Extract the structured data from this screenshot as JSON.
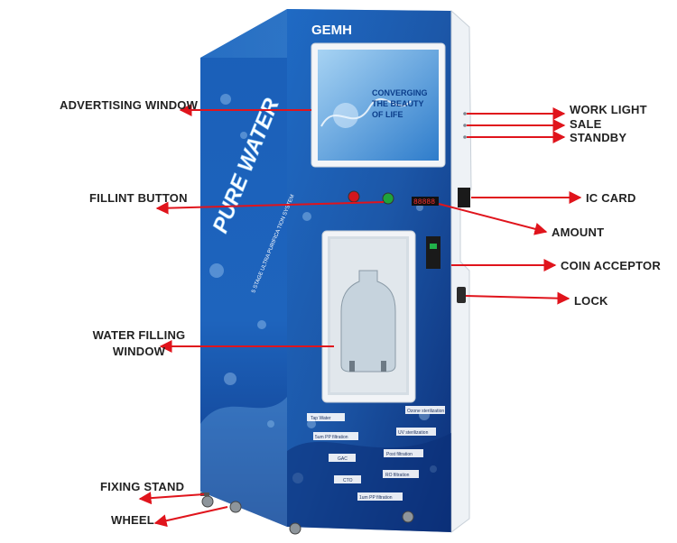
{
  "machine": {
    "brand": "GEMH",
    "screen_text": [
      "CONVERGING",
      "THE BEAUTY",
      "OF LIFE"
    ],
    "side_logo": "PURE WATER",
    "side_tagline": "5 STAGE ULTRA PURIFICA TION SYSTEM",
    "display_value": "88888",
    "process_steps": [
      "Tap Water",
      "5um PP filtration",
      "GAC",
      "CTO",
      "1um PP filtration",
      "Ozone sterilization",
      "UV sterilization",
      "Post filtration",
      "RO filtration"
    ],
    "colors": {
      "panel_blue": "#1c5fb5",
      "dark_blue": "#0b2f78",
      "light_blue": "#6fb2ea",
      "arrow_red": "#e0141c"
    }
  },
  "labels": {
    "advertising_window": "ADVERTISING WINDOW",
    "fillint_button": "FILLINT BUTTON",
    "water_filling_window": [
      "WATER FILLING",
      "WINDOW"
    ],
    "fixing_stand": "FIXING STAND",
    "wheel": "WHEEL",
    "work_light": "WORK LIGHT",
    "sale": "SALE",
    "standby": "STANDBY",
    "ic_card": "IC CARD",
    "amount": "AMOUNT",
    "coin_acceptor": "COIN ACCEPTOR",
    "lock": "LOCK"
  }
}
